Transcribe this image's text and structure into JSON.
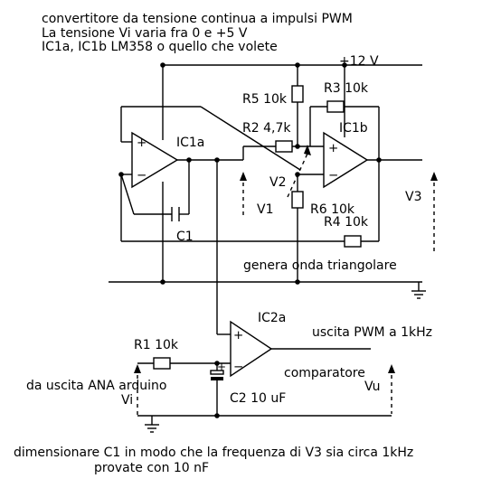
{
  "notes": {
    "line1": "convertitore da tensione continua a impulsi PWM",
    "line2": "La tensione Vi varia fra 0 e +5 V",
    "line3": "IC1a, IC1b LM358 o quello che volete",
    "bottom1": "dimensionare C1 in modo che la frequenza di V3 sia circa 1kHz",
    "bottom2": "provate  con 10 nF"
  },
  "labels": {
    "supply": "+12 V",
    "triangle_gen": "genera onda triangolare",
    "pwm_out": "uscita PWM a 1kHz",
    "comparator": "comparatore",
    "input_src": "da uscita ANA arduino"
  },
  "components": {
    "ic1a": "IC1a",
    "ic1b": "IC1b",
    "ic2a": "IC2a",
    "r1": "R1 10k",
    "r2": "R2 4,7k",
    "r3": "R3 10k",
    "r4": "R4 10k",
    "r5": "R5 10k",
    "r6": "R6 10k",
    "c1": "C1",
    "c2": "C2 10 uF"
  },
  "signals": {
    "v1": "V1",
    "v2": "V2",
    "v3": "V3",
    "vi": "Vi",
    "vu": "Vu"
  },
  "opamp_pins": {
    "plus": "+",
    "minus": "−"
  }
}
